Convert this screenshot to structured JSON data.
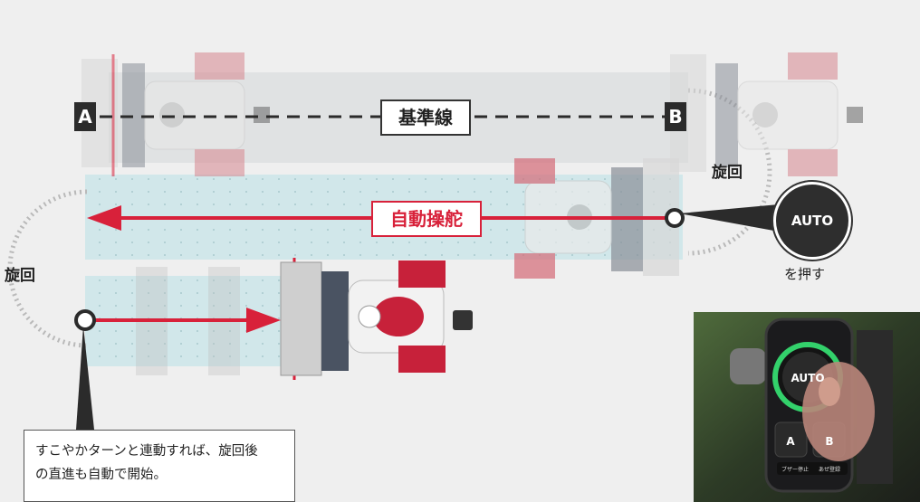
{
  "labels": {
    "baseline": "基準線",
    "point_a": "A",
    "point_b": "B",
    "auto_steer": "自動操舵",
    "turn_right": "旋回",
    "turn_left": "旋回",
    "press": "を押す",
    "auto_button": "AUTO"
  },
  "note": {
    "line1": "すこやかターンと連動すれば、旋回後",
    "line2": "の直進も自動で開始。"
  },
  "photo": {
    "auto_button": "AUTO",
    "button_a": "A",
    "button_b": "B",
    "footer_left": "ブザー停止",
    "footer_right": "あぜ登録"
  },
  "colors": {
    "accent_red": "#d8213a",
    "lane_blue": "#c7e4e8",
    "dark": "#2b2b2b"
  }
}
